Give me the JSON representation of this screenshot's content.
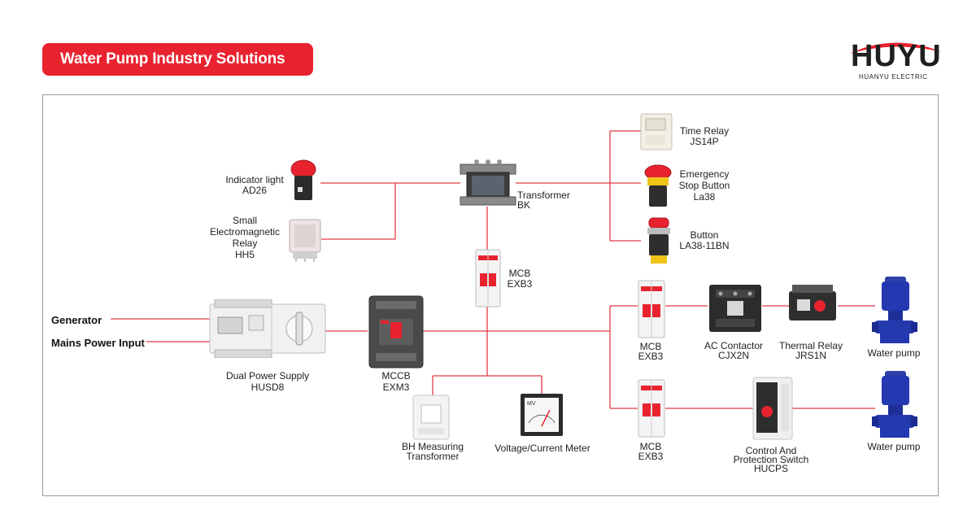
{
  "header": {
    "title": "Water Pump Industry Solutions"
  },
  "logo": {
    "brand": "HUYU",
    "subtitle": "HUANYU ELECTRIC"
  },
  "colors": {
    "accent": "#e8232f",
    "wire": "#e23a45",
    "frame": "#9a9a9a"
  },
  "inputs": {
    "generator": "Generator",
    "mains": "Mains Power Input"
  },
  "components": {
    "dual_power": {
      "name": "Dual Power Supply",
      "model": "HUSD8"
    },
    "mccb": {
      "name": "MCCB",
      "model": "EXM3"
    },
    "mcb_top": {
      "name": "MCB",
      "model": "EXB3"
    },
    "transformer": {
      "name": "Transformer",
      "model": "BK"
    },
    "indicator": {
      "name": "Indicator light",
      "model": "AD26"
    },
    "relay": {
      "line1": "Small",
      "line2": "Electromagnetic",
      "line3": "Relay",
      "model": "HH5"
    },
    "time_relay": {
      "name": "Time Relay",
      "model": "JS14P"
    },
    "estop": {
      "line1": "Emergency",
      "line2": "Stop Button",
      "model": "La38"
    },
    "button": {
      "name": "Button",
      "model": "LA38-11BN"
    },
    "bh": {
      "line1": "BH Measuring",
      "line2": "Transformer"
    },
    "meter": {
      "name": "Voltage/Current Meter"
    },
    "mcb_1": {
      "name": "MCB",
      "model": "EXB3"
    },
    "contactor": {
      "name": "AC Contactor",
      "model": "CJX2N"
    },
    "thermal": {
      "name": "Thermal Relay",
      "model": "JRS1N"
    },
    "pump_1": {
      "name": "Water pump"
    },
    "mcb_2": {
      "name": "MCB",
      "model": "EXB3"
    },
    "cps": {
      "line1": "Control And",
      "line2": "Protection Switch",
      "model": "HUCPS"
    },
    "pump_2": {
      "name": "Water pump"
    }
  }
}
